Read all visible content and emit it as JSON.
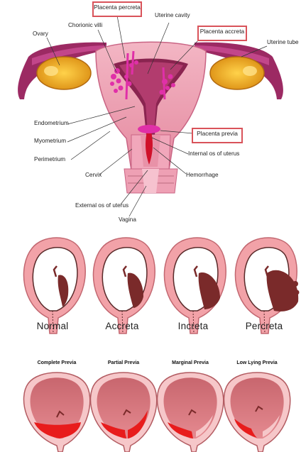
{
  "anatomy": {
    "highlight_color": "#d9535a",
    "labels": {
      "placenta_percreta": "Placenta percreta",
      "chorionic_villi": "Chorionic villi",
      "uterine_cavity": "Uterine cavity",
      "placenta_accreta": "Placenta accreta",
      "ovary": "Ovary",
      "uterine_tube": "Uterine tube",
      "endometrium": "Endometrium",
      "myometrium": "Myometrium",
      "perimetrium": "Perimetrium",
      "placenta_previa": "Placenta previa",
      "internal_os": "Internal os of uterus",
      "cervix": "Cervix",
      "hemorrhage": "Hemorrhage",
      "external_os": "External os of uterus",
      "vagina": "Vagina"
    }
  },
  "invasion_types": [
    "Normal",
    "Accreta",
    "Increta",
    "Percreta"
  ],
  "previa_types": [
    "Complete Previa",
    "Partial Previa",
    "Marginal Previa",
    "Low Lying Previa"
  ]
}
